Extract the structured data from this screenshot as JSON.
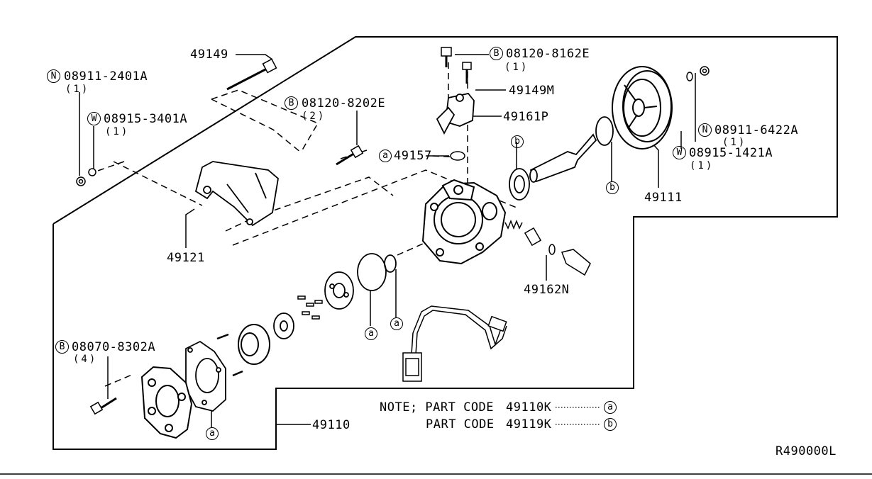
{
  "diagram": {
    "drawing_code": "R490000L",
    "parts": {
      "p49149": "49149",
      "p49149M": "49149M",
      "p49161P": "49161P",
      "p49157": "49157",
      "p49121": "49121",
      "p49111": "49111",
      "p49162N": "49162N",
      "p49110": "49110"
    },
    "fasteners": [
      {
        "prefix": "N",
        "code": "08911-2401A",
        "qty": "(1)"
      },
      {
        "prefix": "W",
        "code": "08915-3401A",
        "qty": "(1)"
      },
      {
        "prefix": "B",
        "code": "08120-8202E",
        "qty": "(2)"
      },
      {
        "prefix": "B",
        "code": "08120-8162E",
        "qty": "(1)"
      },
      {
        "prefix": "N",
        "code": "08911-6422A",
        "qty": "(1)"
      },
      {
        "prefix": "W",
        "code": "08915-1421A",
        "qty": "(1)"
      },
      {
        "prefix": "B",
        "code": "08070-8302A",
        "qty": "(4)"
      }
    ],
    "kit_markers": {
      "a": "a",
      "b": "b"
    },
    "note": {
      "line1_prefix": "NOTE; PART CODE",
      "line1_code": "49110K",
      "line1_marker": "a",
      "line2_prefix": "PART CODE",
      "line2_code": "49119K",
      "line2_marker": "b"
    }
  }
}
